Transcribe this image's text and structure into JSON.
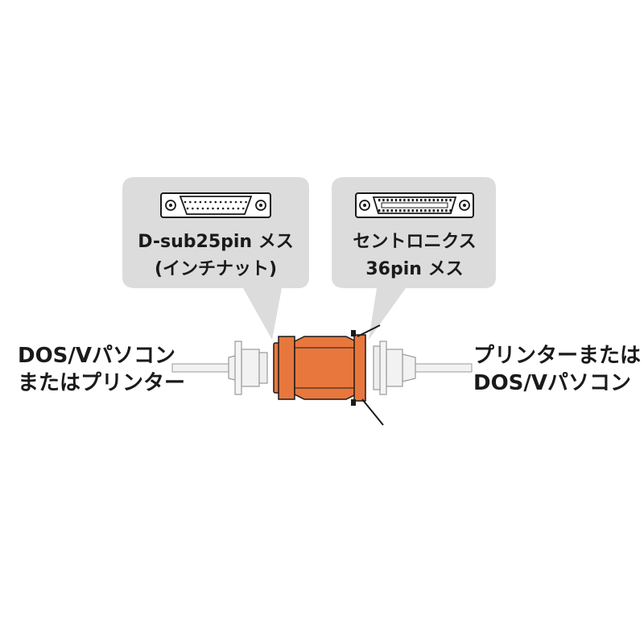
{
  "callouts": {
    "left": {
      "line1": "D-sub25pin メス",
      "line2": "(インチナット)"
    },
    "right": {
      "line1": "セントロニクス",
      "line2": "36pin メス"
    }
  },
  "sides": {
    "left": {
      "line1": "DOS/Vパソコン",
      "line2": "またはプリンター"
    },
    "right": {
      "line1": "プリンターまたは",
      "line2": "DOS/Vパソコン"
    }
  },
  "colors": {
    "adapter_body": "#e8773d",
    "adapter_outline": "#1a1a1a",
    "bubble": "#dcdcdc",
    "cable": "#f2f2f2",
    "text": "#1a1a1a"
  },
  "icons": {
    "left_connector": "dsub25-female-connector-icon",
    "right_connector": "centronics36-female-connector-icon"
  }
}
